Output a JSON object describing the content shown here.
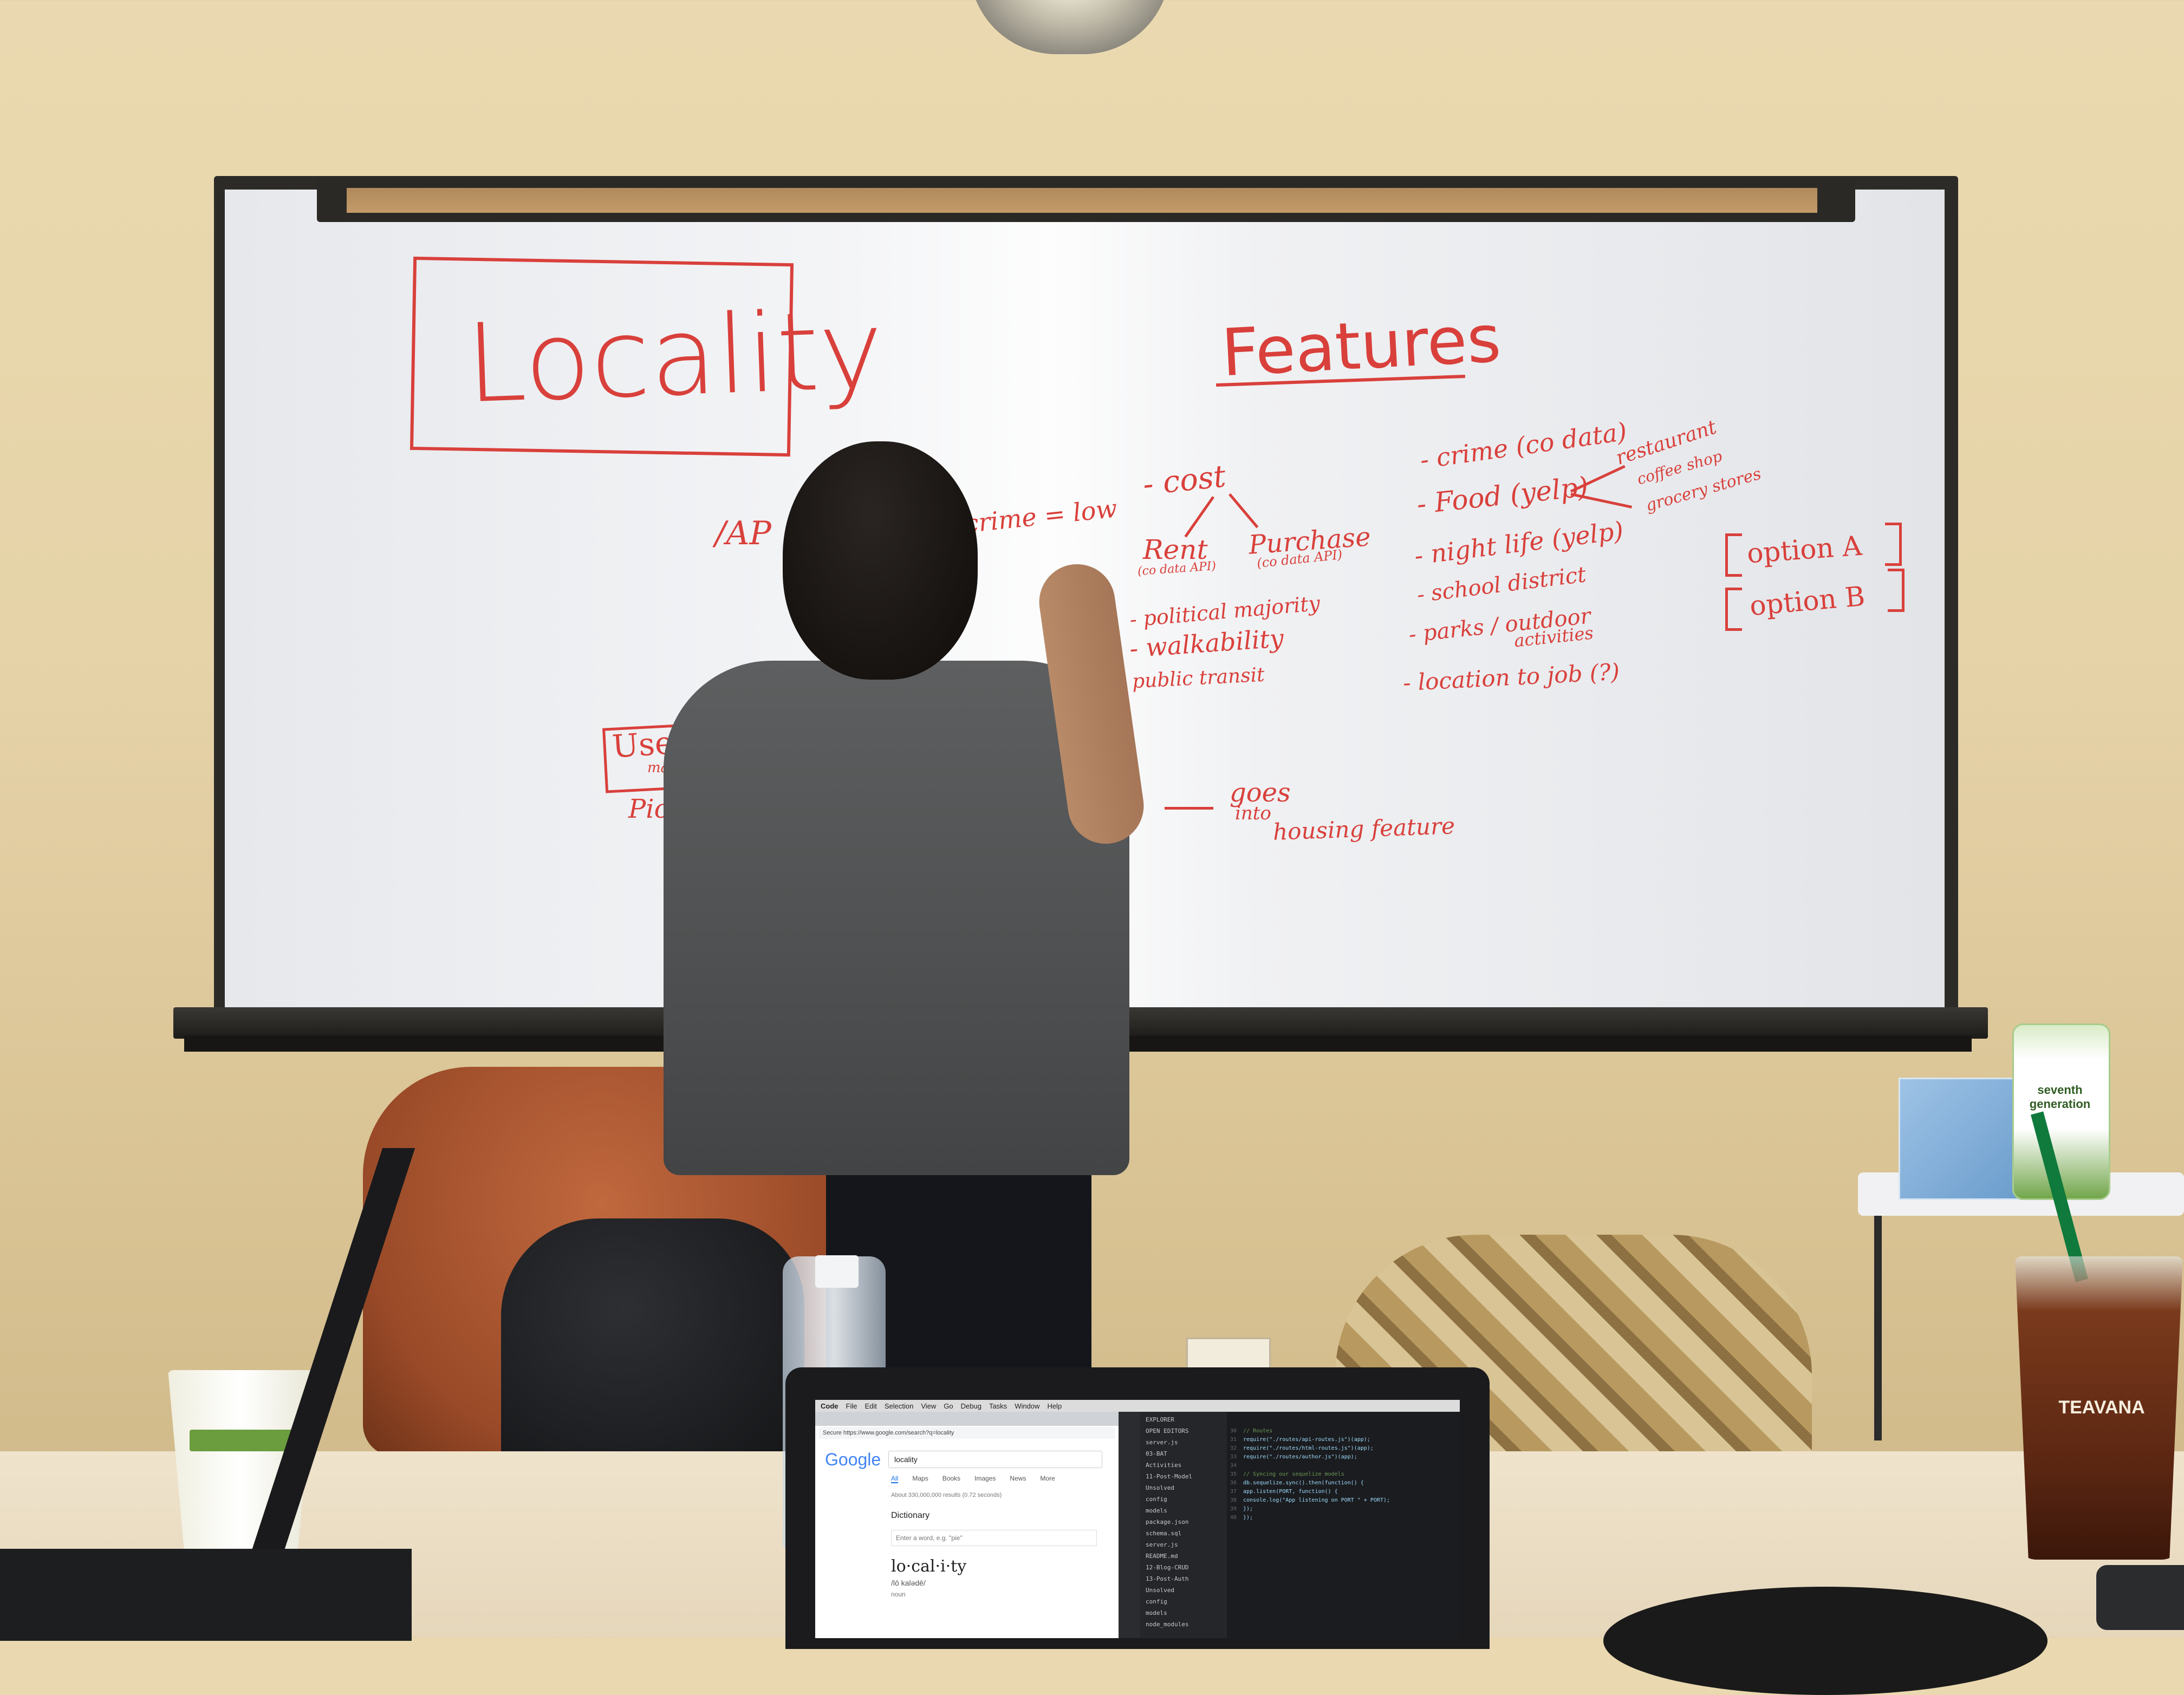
{
  "whiteboard": {
    "title": "Locality",
    "features_heading": "Features",
    "api_fragment": "/AP",
    "crime_low": "crime = low",
    "cost": "- cost",
    "rent": "Rent",
    "rent_note": "(co data API)",
    "purchase": "Purchase",
    "purchase_note": "(co data API)",
    "political": "- political majority",
    "walkability": "- walkability",
    "public_transit": "public transit",
    "crime": "- crime (co data)",
    "food": "- Food (yelp)",
    "restaurant": "restaurant",
    "coffee": "coffee shop",
    "grocery": "grocery stores",
    "nightlife": "- night life (yelp)",
    "school": "- school district",
    "parks": "- parks / outdoor",
    "activities": "activities",
    "location": "- location to job (?)",
    "option_a": "option A",
    "option_b": "option B",
    "user": "User",
    "map": "map",
    "pick": "Pick",
    "goes": "goes",
    "into": "into",
    "housing": "housing feature"
  },
  "items": {
    "wipes_brand": "seventh generation",
    "tea_brand": "TEAVANA"
  },
  "laptop": {
    "menubar": [
      "Code",
      "File",
      "Edit",
      "Selection",
      "View",
      "Go",
      "Debug",
      "Tasks",
      "Window",
      "Help"
    ],
    "url": "Secure  https://www.google.com/search?q=locality",
    "google": "Google",
    "query": "locality",
    "search_tabs": [
      "All",
      "Maps",
      "Books",
      "Images",
      "News",
      "More"
    ],
    "results": "About 330,000,000 results (0.72 seconds)",
    "dictionary": "Dictionary",
    "dict_placeholder": "Enter a word, e.g. \"pie\"",
    "headword": "lo·cal·i·ty",
    "pronunciation": "/lō kalədē/",
    "pos": "noun",
    "explorer": [
      "EXPLORER",
      "OPEN EDITORS",
      "server.js",
      "03-BAT",
      "Activities",
      "11-Post-Model",
      "Unsolved",
      "config",
      "models",
      "package.json",
      "schema.sql",
      "server.js",
      "README.md",
      "12-Blog-CRUD",
      "13-Post-Auth",
      "Unsolved",
      "config",
      "models",
      "node_modules"
    ],
    "code": [
      "// Routes",
      "require(\"./routes/api-routes.js\")(app);",
      "require(\"./routes/html-routes.js\")(app);",
      "require(\"./routes/author.js\")(app);",
      "",
      "// Syncing our sequelize models",
      "db.sequelize.sync().then(function() {",
      "  app.listen(PORT, function() {",
      "    console.log(\"App listening on PORT \" + PORT);",
      "  });",
      "});"
    ]
  },
  "colors": {
    "marker": "#d9403b",
    "wall": "#e6d3a8",
    "board": "#f3f4f6"
  }
}
